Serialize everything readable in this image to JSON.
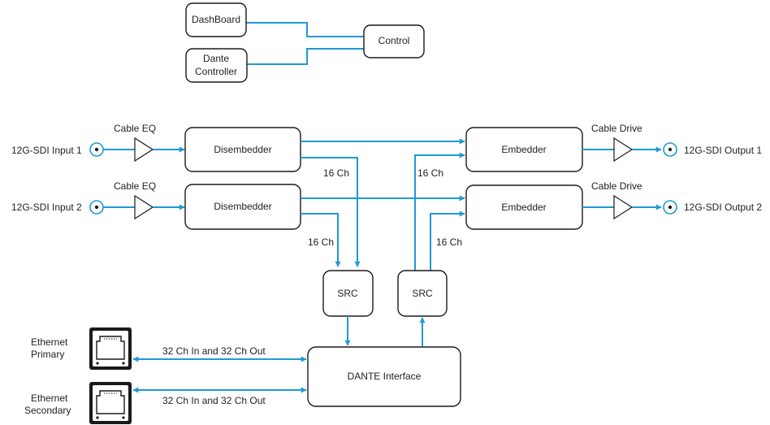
{
  "control_section": {
    "dashboard": "DashBoard",
    "dante_controller_line1": "Dante",
    "dante_controller_line2": "Controller",
    "control": "Control"
  },
  "inputs": {
    "input1": "12G-SDI Input 1",
    "input2": "12G-SDI Input 2",
    "cable_eq": "Cable EQ"
  },
  "outputs": {
    "output1": "12G-SDI Output 1",
    "output2": "12G-SDI Output 2",
    "cable_drive": "Cable Drive"
  },
  "blocks": {
    "disembedder": "Disembedder",
    "embedder": "Embedder",
    "src": "SRC",
    "dante_interface": "DANTE Interface"
  },
  "channel_labels": {
    "sixteen_ch": "16 Ch",
    "thirty_two": "32 Ch In and 32 Ch Out"
  },
  "ethernet": {
    "primary_line1": "Ethernet",
    "primary_line2": "Primary",
    "secondary_line1": "Ethernet",
    "secondary_line2": "Secondary"
  },
  "colors": {
    "signal": "#1e9ad6",
    "outline": "#1a1a1a"
  }
}
